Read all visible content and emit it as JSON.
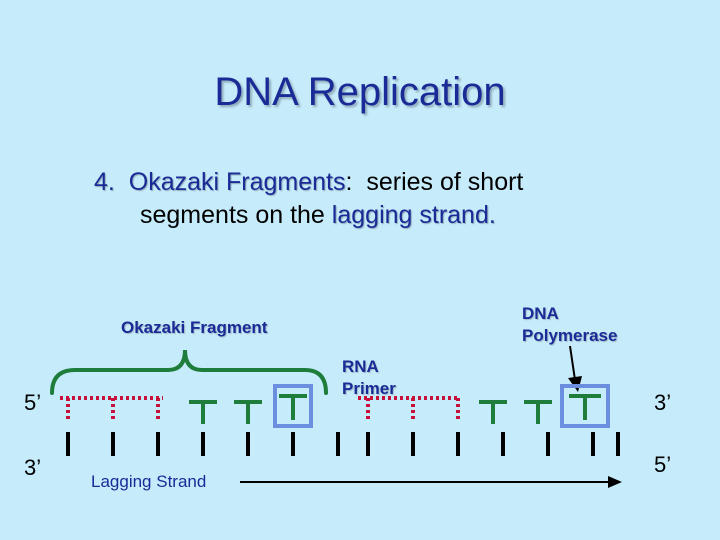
{
  "slide": {
    "title": "DNA Replication",
    "point_number": "4.",
    "point_term": "Okazaki Fragments",
    "point_colon": ":",
    "point_rest": "series of short",
    "point_line2_pre": "segments on the",
    "point_line2_term": "lagging strand."
  },
  "diagram": {
    "okazaki_label": "Okazaki Fragment",
    "polymerase_label_1": "DNA",
    "polymerase_label_2": "Polymerase",
    "primer_label_1": "RNA",
    "primer_label_2": "Primer",
    "lagging_label": "Lagging Strand",
    "end_top_left": "5’",
    "end_bottom_left": "3’",
    "end_top_right": "3’",
    "end_bottom_right": "5’",
    "colors": {
      "primer": "#c8103a",
      "dna": "#1e7d3a",
      "polymerase": "#6b8fde",
      "bracket": "#1e7d3a",
      "text_accent": "#1a2a96"
    }
  }
}
